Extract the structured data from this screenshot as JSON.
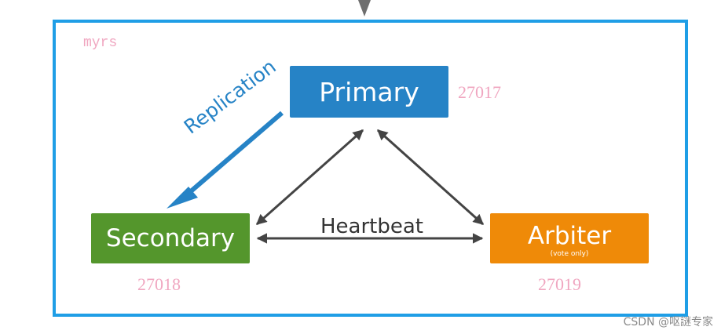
{
  "replica_set": {
    "name": "myrs"
  },
  "nodes": {
    "primary": {
      "label": "Primary",
      "port": "27017",
      "color": "#2683c6"
    },
    "secondary": {
      "label": "Secondary",
      "port": "27018",
      "color": "#54962c"
    },
    "arbiter": {
      "label": "Arbiter",
      "note": "(vote only)",
      "port": "27019",
      "color": "#ef8a08"
    }
  },
  "edges": {
    "heartbeat": {
      "label": "Heartbeat"
    },
    "replication": {
      "label": "Replication"
    }
  },
  "frame": {
    "border_color": "#1f9ee6"
  },
  "watermark": "CSDN @呕謎专家"
}
